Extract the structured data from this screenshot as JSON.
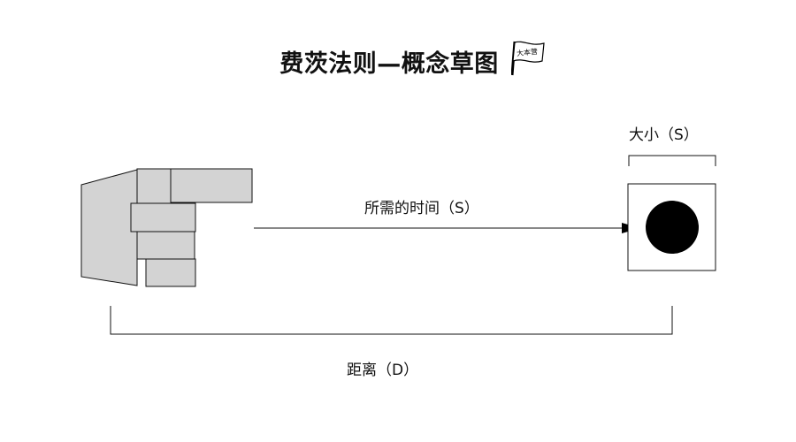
{
  "title": "费茨法则—概念草图",
  "logo": {
    "text": "大本营"
  },
  "labels": {
    "time": "所需的时间（S）",
    "size": "大小（S）",
    "distance": "距离（D）"
  },
  "colors": {
    "hand_fill": "#d3d3d3",
    "stroke": "#111111",
    "target_dot": "#000000"
  }
}
